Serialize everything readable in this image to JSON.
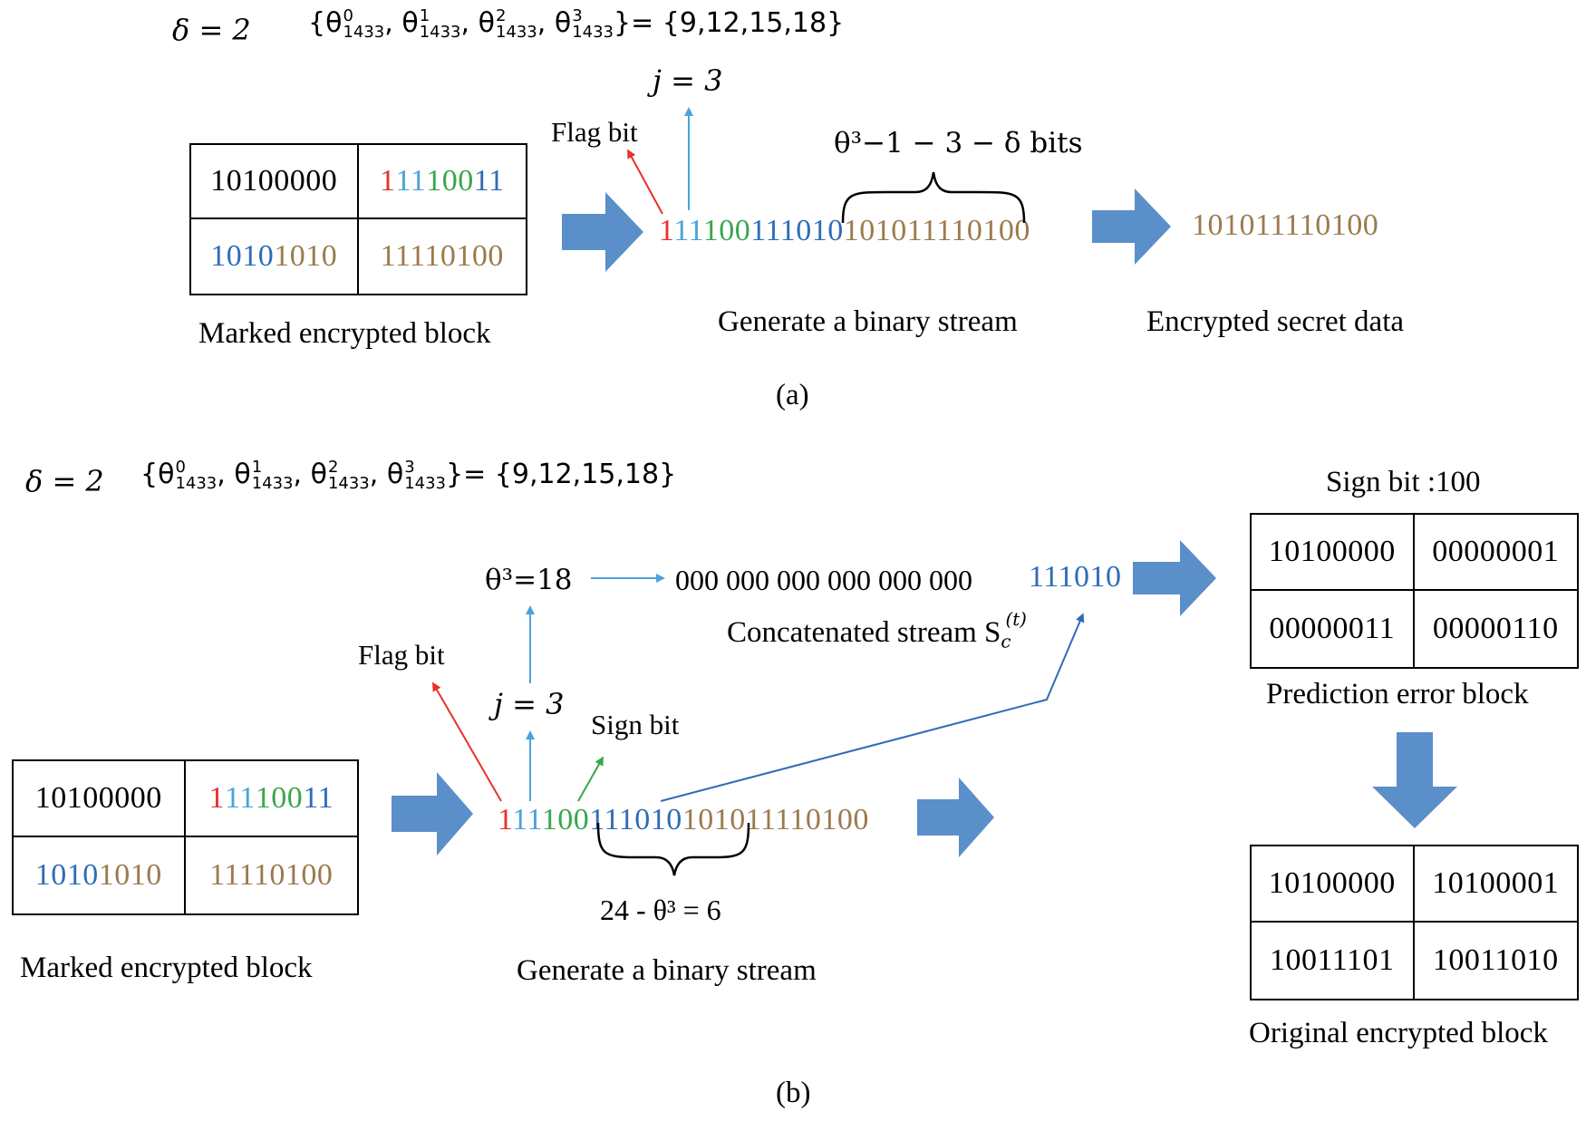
{
  "colors": {
    "red": "#e8312b",
    "lightblue": "#4aa3db",
    "green": "#3aa64c",
    "blue": "#2f6cb8",
    "brown": "#9c7a4e",
    "arrow_fill": "#5b8fc9",
    "text": "#000000"
  },
  "panel_a": {
    "delta": "δ = 2",
    "theta_set": {
      "theta": "θ",
      "sub": "1433",
      "sups": [
        "0",
        "1",
        "2",
        "3"
      ],
      "values": "= {9,12,15,18}"
    },
    "block": {
      "cells": [
        {
          "segments": [
            {
              "text": "10100000",
              "color": "text"
            }
          ]
        },
        {
          "segments": [
            {
              "text": "1",
              "color": "red"
            },
            {
              "text": "11",
              "color": "lightblue"
            },
            {
              "text": "100",
              "color": "green"
            },
            {
              "text": "11",
              "color": "blue"
            }
          ]
        },
        {
          "segments": [
            {
              "text": "1010",
              "color": "blue"
            },
            {
              "text": "1010",
              "color": "brown"
            }
          ]
        },
        {
          "segments": [
            {
              "text": "11110100",
              "color": "brown"
            }
          ]
        }
      ],
      "caption": "Marked encrypted block"
    },
    "j_label": "j = 3",
    "flag_bit_label": "Flag bit",
    "brace_label": "θ³−1 − 3 − δ  bits",
    "stream": {
      "segments": [
        {
          "text": "1",
          "color": "red"
        },
        {
          "text": "11",
          "color": "lightblue"
        },
        {
          "text": "100",
          "color": "green"
        },
        {
          "text": "111010",
          "color": "blue"
        },
        {
          "text": "101011110100",
          "color": "brown"
        }
      ],
      "caption": "Generate a binary stream"
    },
    "secret": {
      "text": "101011110100",
      "color": "brown",
      "caption": "Encrypted secret data"
    },
    "panel_label": "(a)"
  },
  "panel_b": {
    "delta": "δ = 2",
    "theta_set": {
      "theta": "θ",
      "sub": "1433",
      "sups": [
        "0",
        "1",
        "2",
        "3"
      ],
      "values": "= {9,12,15,18}"
    },
    "block": {
      "cells": [
        {
          "segments": [
            {
              "text": "10100000",
              "color": "text"
            }
          ]
        },
        {
          "segments": [
            {
              "text": "1",
              "color": "red"
            },
            {
              "text": "11",
              "color": "lightblue"
            },
            {
              "text": "100",
              "color": "green"
            },
            {
              "text": "11",
              "color": "blue"
            }
          ]
        },
        {
          "segments": [
            {
              "text": "1010",
              "color": "blue"
            },
            {
              "text": "1010",
              "color": "brown"
            }
          ]
        },
        {
          "segments": [
            {
              "text": "11110100",
              "color": "brown"
            }
          ]
        }
      ],
      "caption": "Marked encrypted block"
    },
    "flag_bit_label": "Flag bit",
    "j_label": "j = 3",
    "sign_bit_label": "Sign bit",
    "theta_eq": "θ³=18",
    "zeros": "000 000 000 000 000 000",
    "tail": "111010",
    "concat_label": "Concatenated stream S",
    "concat_sub": "c",
    "concat_sup": "(t)",
    "stream": {
      "segments": [
        {
          "text": "1",
          "color": "red"
        },
        {
          "text": "11",
          "color": "lightblue"
        },
        {
          "text": "100",
          "color": "green"
        },
        {
          "text": "111010",
          "color": "blue"
        },
        {
          "text": "101011110100",
          "color": "brown"
        }
      ],
      "caption": "Generate a binary stream"
    },
    "brace_label": "24 - θ³ = 6",
    "sign_bit_value": "Sign bit :100",
    "prediction_block": {
      "cells": [
        "10100000",
        "00000001",
        "00000011",
        "00000110"
      ],
      "caption": "Prediction error block"
    },
    "original_block": {
      "cells": [
        "10100000",
        "10100001",
        "10011101",
        "10011010"
      ],
      "caption": "Original encrypted block"
    },
    "panel_label": "(b)"
  }
}
